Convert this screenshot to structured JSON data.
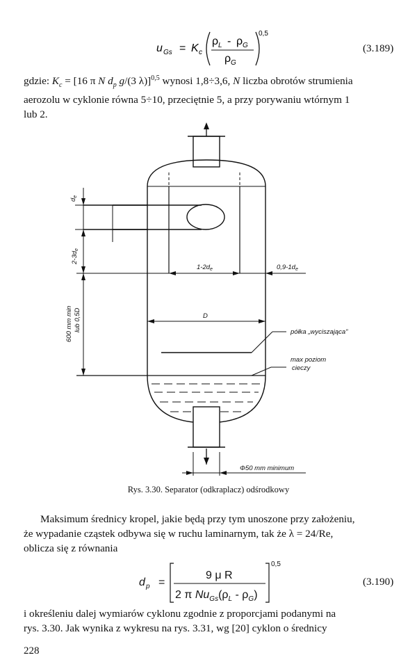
{
  "equation_1": {
    "lhs": "u",
    "lhs_sub": "Gs",
    "equals": "=",
    "k": "K",
    "k_sub": "c",
    "numerator": "ρ",
    "num_sub_l": "L",
    "minus": "-",
    "num_rho_g": "ρ",
    "num_sub_g": "G",
    "denominator": "ρ",
    "den_sub": "G",
    "exponent": "0,5",
    "number": "(3.189)"
  },
  "para_1": {
    "line1_prefix": "gdzie: ",
    "kc": "K",
    "kc_sub": "c",
    "kc_eq": " = [16 π ",
    "n": "N",
    "dp": "d",
    "dp_sub": "p",
    "g_part": " g",
    "slash": "/(3 λ)]",
    "exp": "0,5",
    "line1_rest": " wynosi 1,8÷3,6, ",
    "n2": "N",
    "line1_end": " liczba obrotów strumienia",
    "line2": "aerozolu w cyklonie równa 5÷10, przeciętnie 5, a przy porywaniu wtórnym 1",
    "line3": "lub 2."
  },
  "figure": {
    "label_de": "d",
    "label_de_sub": "e",
    "label_2_3de": "2-3d",
    "label_2_3de_sub": "e",
    "label_1_2de": "1-2d",
    "label_1_2de_sub": "e",
    "label_09_1de": "0,9-1d",
    "label_09_1de_sub": "e",
    "label_600": "600 mm min",
    "label_lub05d": "lub 0,5D",
    "label_D": "D",
    "label_polka": "półka „wyciszająca”",
    "label_maxpoziom": "max poziom",
    "label_cieczy": "cieczy",
    "label_phi50": "Φ50 mm minimum",
    "caption": "Rys. 3.30. Separator (odkraplacz) odśrodkowy"
  },
  "para_2": {
    "line1": "Maksimum średnicy kropel, jakie będą przy tym unoszone przy założeniu,",
    "line2": "że wypadanie cząstek odbywa się w ruchu laminarnym, tak że λ = 24/Re,",
    "line3": "oblicza się z równania"
  },
  "equation_2": {
    "lhs": "d",
    "lhs_sub": "p",
    "equals": "=",
    "numerator": "9 μ R",
    "den_prefix": "2 π ",
    "den_n": "N",
    "den_u": "u",
    "den_u_sub": "Gs",
    "den_paren": "(ρ",
    "den_sub_l": "L",
    "den_minus": " - ρ",
    "den_sub_g": "G",
    "den_close": ")",
    "exponent": "0,5",
    "number": "(3.190)"
  },
  "para_3": {
    "line1": "i określeniu dalej wymiarów cyklonu zgodnie z proporcjami podanymi na",
    "line2": "rys. 3.30. Jak wynika z wykresu na rys. 3.31, wg [20] cyklon o średnicy"
  },
  "page_number": "228"
}
